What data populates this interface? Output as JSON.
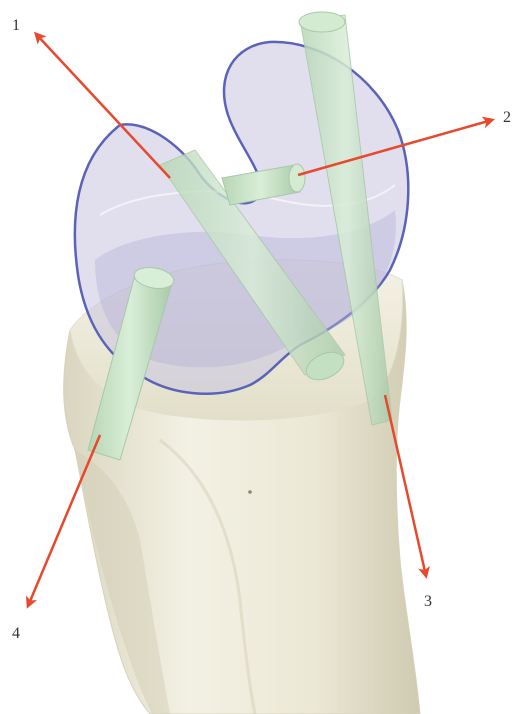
{
  "figure": {
    "callouts": [
      {
        "label": "1"
      },
      {
        "label": "2"
      },
      {
        "label": "3"
      },
      {
        "label": "4"
      }
    ]
  },
  "colors": {
    "arrow": "#e8482c",
    "meniscus_outline": "#5b63b8",
    "meniscus_fill": "#c7c3de",
    "graft": "#cfe6cd",
    "graft_outline": "#a8c8a8",
    "bone": "#eceadb",
    "bone_shadow": "#cfcbb3"
  }
}
